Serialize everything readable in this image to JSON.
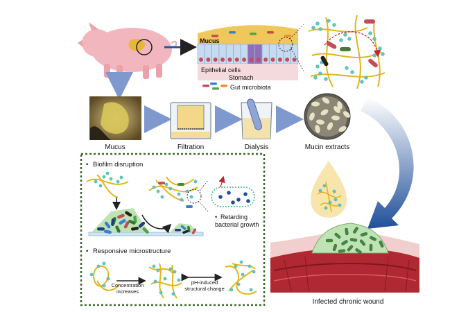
{
  "labels": {
    "mucus": "Mucus",
    "epithelial": "Epithelial cells",
    "stomach": "Stomach",
    "microbiota": "Gut microbiota",
    "mucus_photo": "Mucus",
    "filtration": "Filtration",
    "dialysis": "Dialysis",
    "mucin": "Mucin extracts",
    "wound": "Infected chronic wound"
  },
  "panel": {
    "bullet1": "Biofilm disruption",
    "retarding1": "Retarding",
    "retarding2": "bacterial growth",
    "bullet2": "Responsive microstructure",
    "conc1": "Concentration",
    "conc2": "increases",
    "ph1": "pH-induced",
    "ph2": "structural change"
  },
  "colors": {
    "pig": "#f2b7be",
    "mucus_layer": "#efc75a",
    "epithelium": "#c7dbf0",
    "goblet": "#8f6fb8",
    "nuclei": "#c64b57",
    "arrow": "#7f99cf",
    "dark_arrow": "#274a8c",
    "mucin_strand": "#e3b51b",
    "glycan": "#5bc7c7",
    "panel_border": "#3a6a2a",
    "wound": "#b02831"
  }
}
